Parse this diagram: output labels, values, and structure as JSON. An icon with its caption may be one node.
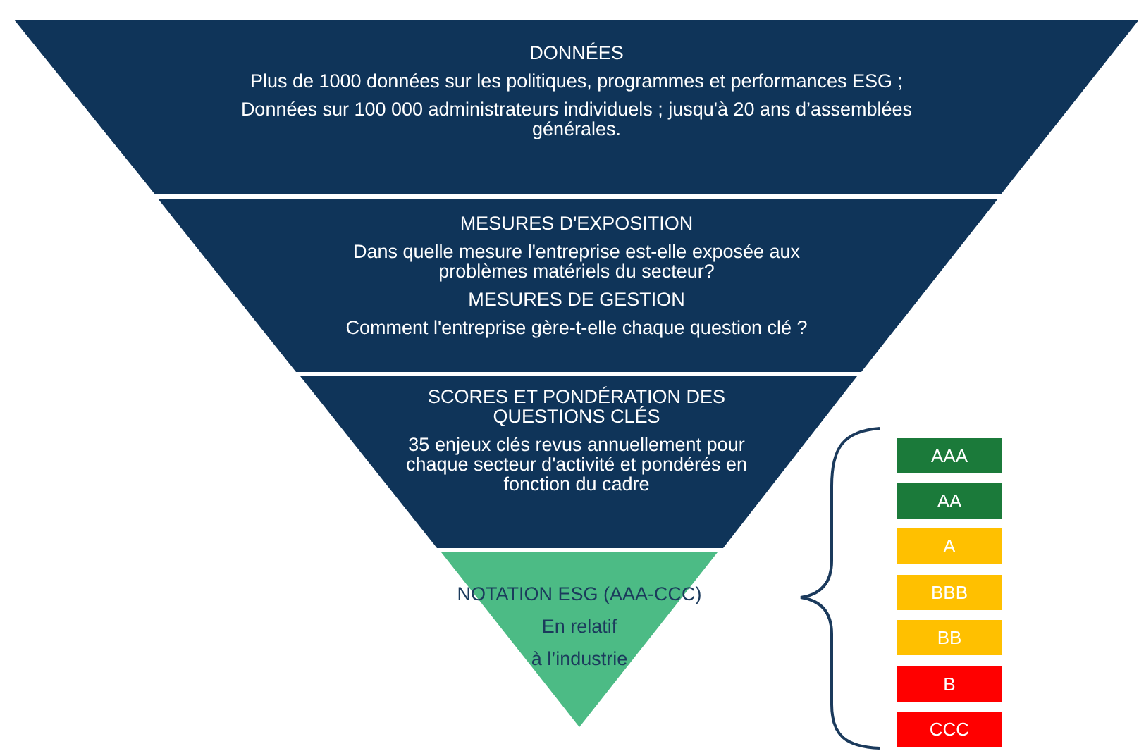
{
  "diagram": {
    "nodes": [
      {
        "text": [
          "DONNÉES",
          "Plus de 1000 données sur les politiques, programmes et performances ESG ;",
          "Données sur 100 000 administrateurs individuels ; jusqu'à 20 ans d’assemblées générales."
        ]
      },
      {
        "text": [
          "MESURES D'EXPOSITION",
          "Dans quelle mesure l'entreprise est-elle exposée aux problèmes matériels du secteur?",
          "MESURES DE GESTION",
          "Comment l'entreprise gère-t-elle chaque question clé ?"
        ]
      },
      {
        "text": [
          "SCORES ET PONDÉRATION DES QUESTIONS CLÉS",
          "35 enjeux clés revus annuellement pour chaque secteur d'activité et pondérés en fonction du cadre"
        ]
      },
      {
        "text": [
          "NOTATION ESG (AAA-CCC)",
          "En relatif",
          "à l’industrie"
        ]
      },
      {
        "text": [
          "AAA"
        ]
      },
      {
        "text": [
          "AA"
        ]
      },
      {
        "text": [
          "A"
        ]
      },
      {
        "text": [
          "BBB"
        ]
      },
      {
        "text": [
          "BB"
        ]
      },
      {
        "text": [
          "B"
        ]
      },
      {
        "text": [
          "CCC"
        ]
      }
    ]
  }
}
